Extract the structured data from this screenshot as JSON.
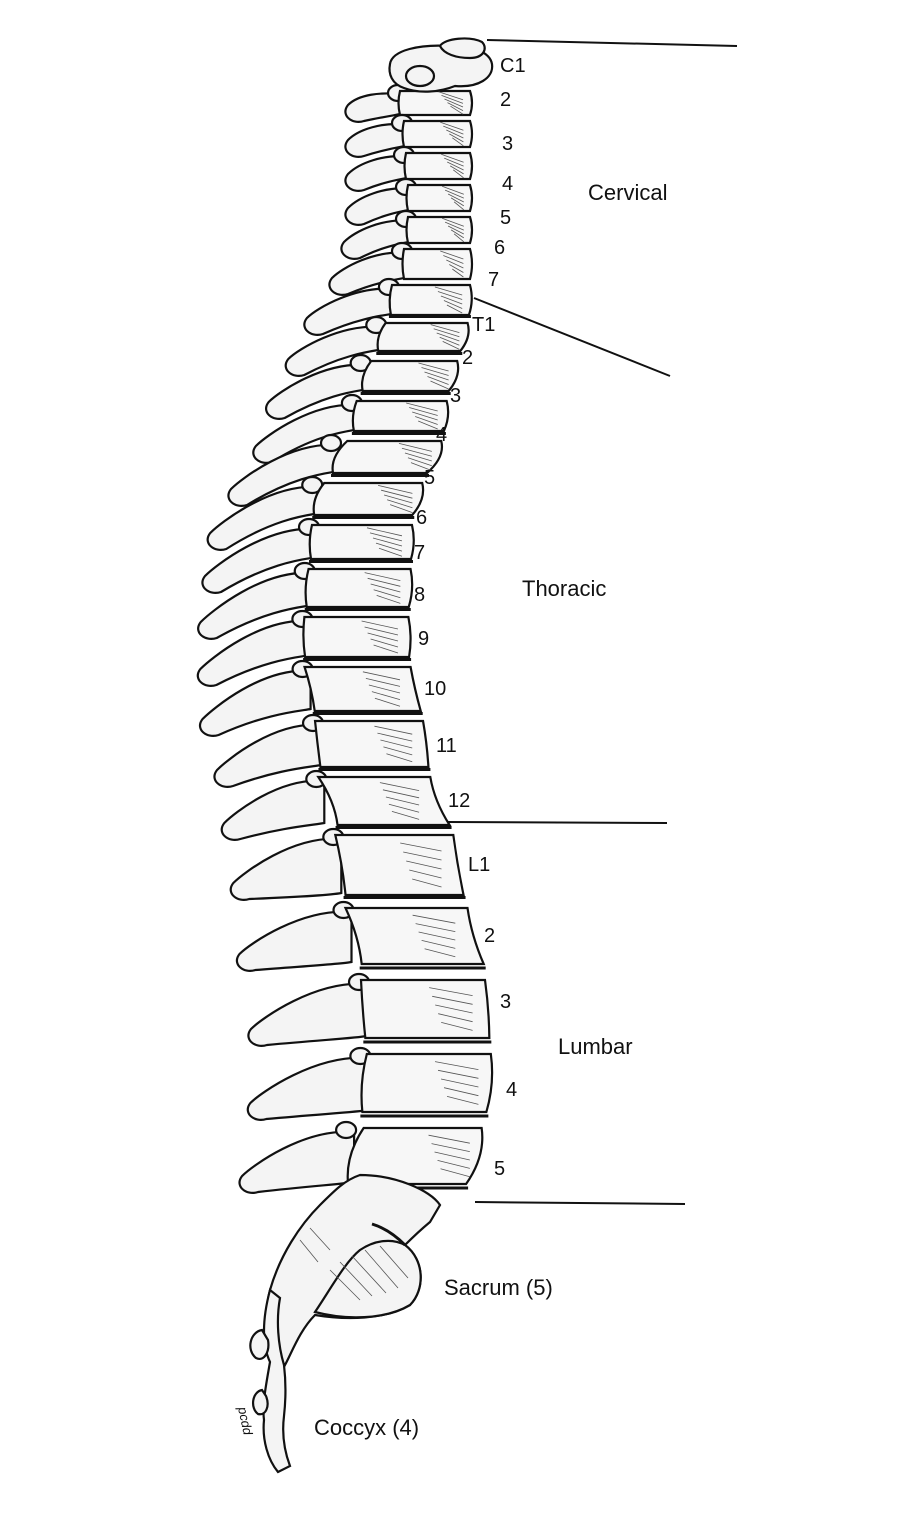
{
  "regions": {
    "cervical": "Cervical",
    "thoracic": "Thoracic",
    "lumbar": "Lumbar",
    "sacrum": "Sacrum (5)",
    "coccyx": "Coccyx (4)"
  },
  "cervical_labels": [
    "C1",
    "2",
    "3",
    "4",
    "5",
    "6",
    "7"
  ],
  "thoracic_labels": [
    "T1",
    "2",
    "3",
    "4",
    "5",
    "6",
    "7",
    "8",
    "9",
    "10",
    "11",
    "12"
  ],
  "lumbar_labels": [
    "L1",
    "2",
    "3",
    "4",
    "5"
  ],
  "signature": "pcdd"
}
